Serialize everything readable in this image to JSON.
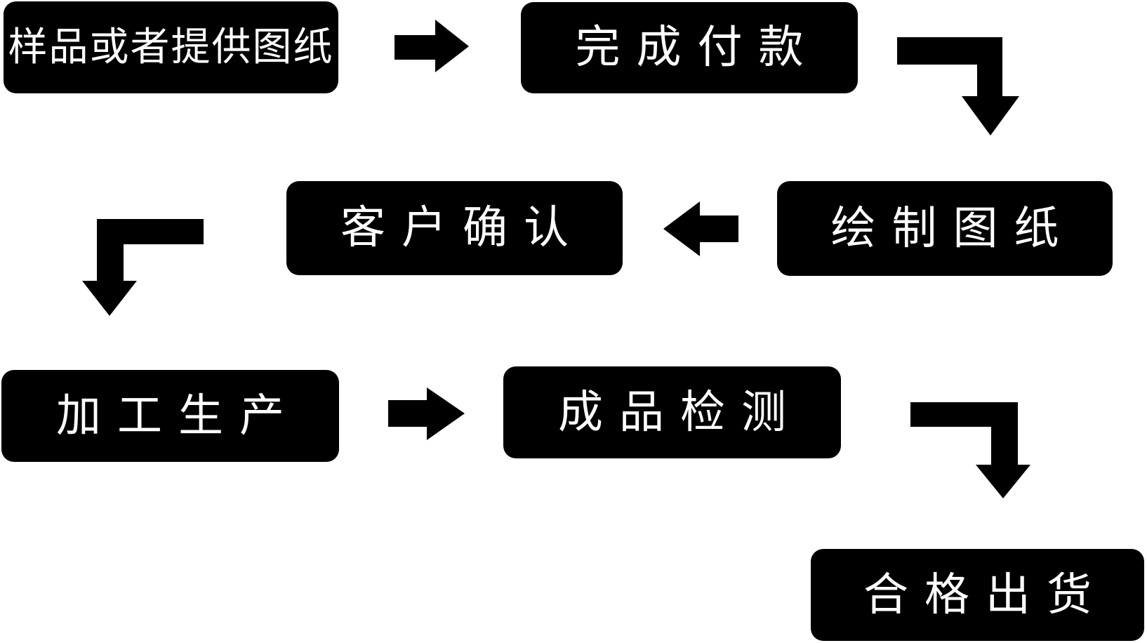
{
  "diagram": {
    "type": "flowchart",
    "colors": {
      "background": "#ffffff",
      "node_fill": "#000000",
      "node_text": "#ffffff",
      "arrow": "#000000"
    },
    "nodes": [
      {
        "id": "sample-or-provide-drawings",
        "label": "样品或者提供图纸"
      },
      {
        "id": "complete-payment",
        "label": "完成付款"
      },
      {
        "id": "customer-confirmation",
        "label": "客户确认"
      },
      {
        "id": "draw-drawings",
        "label": "绘制图纸"
      },
      {
        "id": "processing-production",
        "label": "加工生产"
      },
      {
        "id": "finished-product-inspection",
        "label": "成品检测"
      },
      {
        "id": "qualified-shipment",
        "label": "合格出货"
      }
    ],
    "arrows": [
      {
        "from": "sample-or-provide-drawings",
        "to": "complete-payment",
        "shape": "straight-right"
      },
      {
        "from": "complete-payment",
        "to": "draw-drawings",
        "shape": "elbow-down-right"
      },
      {
        "from": "draw-drawings",
        "to": "customer-confirmation",
        "shape": "straight-left"
      },
      {
        "from": "customer-confirmation",
        "to": "processing-production",
        "shape": "elbow-down-left"
      },
      {
        "from": "processing-production",
        "to": "finished-product-inspection",
        "shape": "straight-right"
      },
      {
        "from": "finished-product-inspection",
        "to": "qualified-shipment",
        "shape": "elbow-down-right"
      }
    ]
  }
}
